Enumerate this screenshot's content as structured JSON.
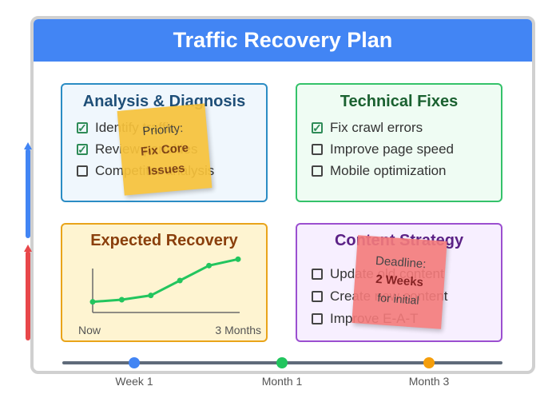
{
  "title": "Traffic Recovery Plan",
  "cards": {
    "analysis": {
      "title": "Analysis & Diagnosis",
      "tasks": [
        {
          "label": "Identify traffic",
          "checked": true
        },
        {
          "label": "Review penalties",
          "checked": true
        },
        {
          "label": "Competitor analysis",
          "checked": false
        }
      ]
    },
    "technical": {
      "title": "Technical Fixes",
      "tasks": [
        {
          "label": "Fix crawl errors",
          "checked": true
        },
        {
          "label": "Improve page speed",
          "checked": false
        },
        {
          "label": "Mobile optimization",
          "checked": false
        }
      ]
    },
    "recovery": {
      "title": "Expected Recovery",
      "start_label": "Now",
      "end_label": "3 Months"
    },
    "content": {
      "title": "Content Strategy",
      "tasks": [
        {
          "label": "Update old content",
          "checked": false
        },
        {
          "label": "Create new content",
          "checked": false
        },
        {
          "label": "Improve E-A-T",
          "checked": false
        }
      ]
    }
  },
  "notes": {
    "priority": {
      "line1": "Priority:",
      "line2": "Fix Core",
      "line3": "Issues"
    },
    "deadline": {
      "line1": "Deadline:",
      "line2": "2 Weeks",
      "line3": "for initial"
    }
  },
  "timeline": {
    "milestones": [
      {
        "label": "Week 1",
        "color": "#4285f4"
      },
      {
        "label": "Month 1",
        "color": "#22c55e"
      },
      {
        "label": "Month 3",
        "color": "#f59e0b"
      }
    ]
  },
  "chart_data": {
    "type": "line",
    "x": [
      0,
      1,
      2,
      3,
      4,
      5
    ],
    "values": [
      1,
      1.2,
      1.6,
      3.0,
      4.4,
      5.0
    ],
    "xlabel_start": "Now",
    "xlabel_end": "3 Months",
    "color": "#22c55e"
  },
  "colors": {
    "title_bar": "#4285f4",
    "analysis_border": "#2b8cc4",
    "technical_border": "#34c26a",
    "recovery_border": "#e9a41a",
    "content_border": "#9b4fd0",
    "priority_note": "#f7c23a",
    "deadline_note": "#f47b7b"
  }
}
